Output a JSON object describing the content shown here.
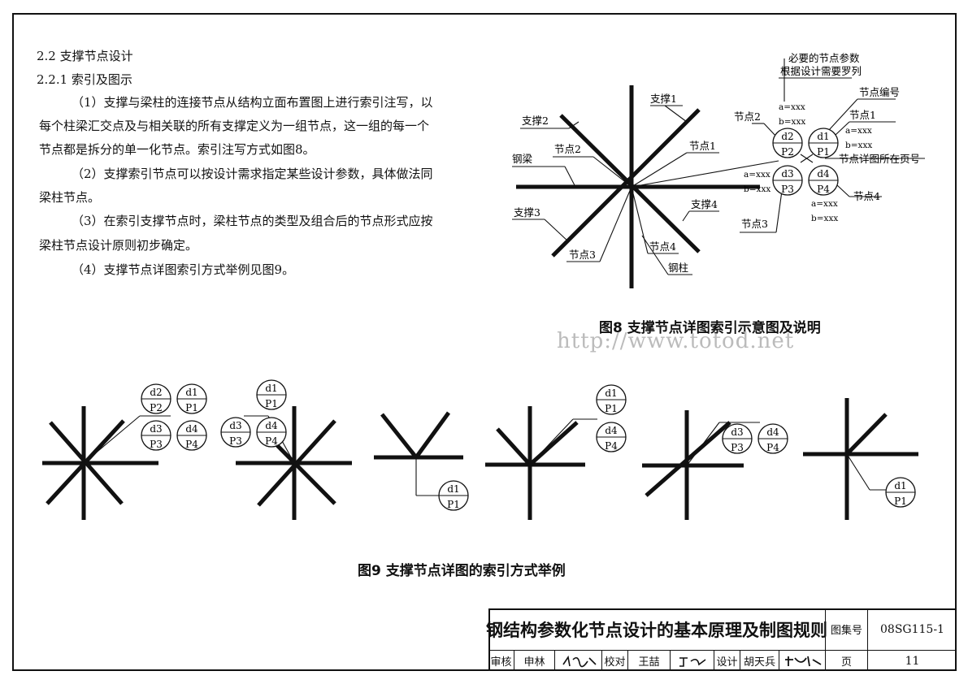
{
  "text": {
    "h1": "2.2  支撑节点设计",
    "h2": "2.2.1  索引及图示",
    "p1a": "（1）支撑与梁柱的连接节点从结构立面布置图上进行索引注写，以",
    "p1b": "每个柱梁汇交点及与相关联的所有支撑定义为一组节点，这一组的每一个",
    "p1c": "节点都是拆分的单一化节点。索引注写方式如图8。",
    "p2a": "（2）支撑索引节点可以按设计需求指定某些设计参数，具体做法同",
    "p2b": "梁柱节点。",
    "p3a": "（3）在索引支撑节点时，梁柱节点的类型及组合后的节点形式应按",
    "p3b": "梁柱节点设计原则初步确定。",
    "p4": "（4）支撑节点详图索引方式举例见图9。"
  },
  "fig8": {
    "caption": "图8  支撑节点详图索引示意图及说明",
    "labels": {
      "brace1": "支撑1",
      "brace2": "支撑2",
      "brace3": "支撑3",
      "brace4": "支撑4",
      "beam": "钢梁",
      "column": "钢柱",
      "node1": "节点1",
      "node2": "节点2",
      "node3": "节点3",
      "node4": "节点4",
      "params1": "必要的节点参数",
      "params2": "根据设计需要罗列",
      "node_no": "节点编号",
      "detail_page": "节点详图所在页号",
      "a": "a=xxx",
      "b": "b=xxx"
    },
    "bubbles": [
      {
        "top": "d1",
        "bottom": "P1"
      },
      {
        "top": "d2",
        "bottom": "P2"
      },
      {
        "top": "d3",
        "bottom": "P3"
      },
      {
        "top": "d4",
        "bottom": "P4"
      }
    ]
  },
  "watermark": "http://www.totod.net",
  "fig9": {
    "caption": "图9  支撑节点详图的索引方式举例"
  },
  "title_block": {
    "title": "钢结构参数化节点设计的基本原理及制图规则",
    "atlas_label": "图集号",
    "atlas_no": "08SG115-1",
    "review_label": "审核",
    "reviewer": "申林",
    "check_label": "校对",
    "checker": "王喆",
    "design_label": "设计",
    "designer": "胡天兵",
    "page_label": "页",
    "page_no": "11"
  }
}
